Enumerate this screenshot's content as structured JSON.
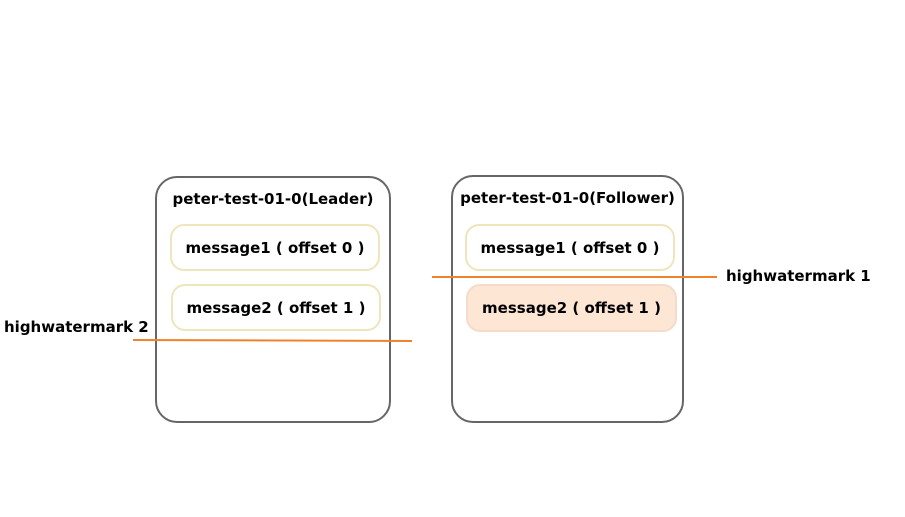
{
  "diagram": {
    "leader": {
      "title": "peter-test-01-0(Leader)",
      "messages": [
        {
          "label": "message1 ( offset 0 )"
        },
        {
          "label": "message2 ( offset 1 )"
        }
      ]
    },
    "follower": {
      "title": "peter-test-01-0(Follower)",
      "messages": [
        {
          "label": "message1 ( offset 0 )"
        },
        {
          "label": "message2 ( offset 1 )"
        }
      ]
    },
    "highwatermarks": {
      "leader_label": "highwatermark 2",
      "follower_label": "highwatermark 1"
    },
    "colors": {
      "border": "#666666",
      "message_border": "#efe5bd",
      "pending_message_fill": "#fde6d4",
      "highwatermark_line": "#f0822c"
    }
  }
}
